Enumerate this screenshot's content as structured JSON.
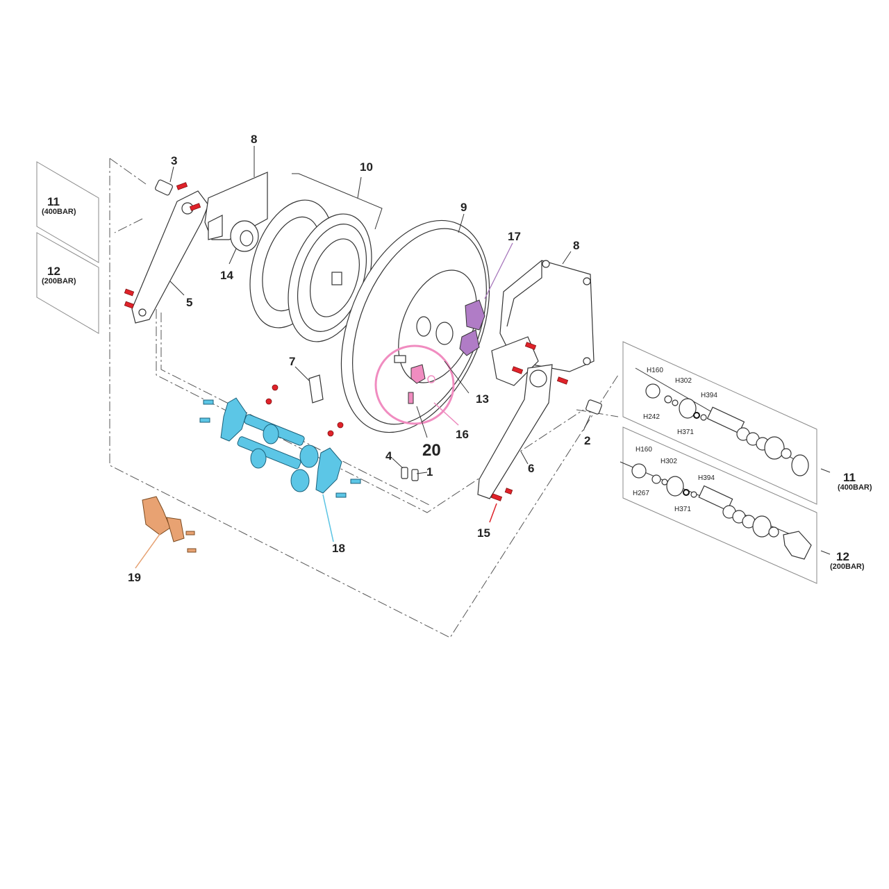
{
  "colors": {
    "bolt": "#e0222a",
    "blue_parts": "#5cc6e6",
    "purple_parts": "#b07cc6",
    "pink_circle": "#f08cc0",
    "orange_parts": "#e8a272"
  },
  "callouts": {
    "c1": "1",
    "c2": "2",
    "c3": "3",
    "c4": "4",
    "c5": "5",
    "c6": "6",
    "c7": "7",
    "c8a": "8",
    "c8b": "8",
    "c9": "9",
    "c10": "10",
    "c13": "13",
    "c14": "14",
    "c15": "15",
    "c16": "16",
    "c17": "17",
    "c18": "18",
    "c19": "19",
    "c20": "20"
  },
  "left_panels": [
    {
      "num": "11",
      "sub": "(400BAR)"
    },
    {
      "num": "12",
      "sub": "(200BAR)"
    }
  ],
  "right_panels": [
    {
      "num": "11",
      "sub": "(400BAR)",
      "parts": [
        "H160",
        "H302",
        "H394",
        "H242",
        "H371"
      ]
    },
    {
      "num": "12",
      "sub": "(200BAR)",
      "parts": [
        "H160",
        "H302",
        "H394",
        "H267",
        "H371"
      ]
    }
  ]
}
